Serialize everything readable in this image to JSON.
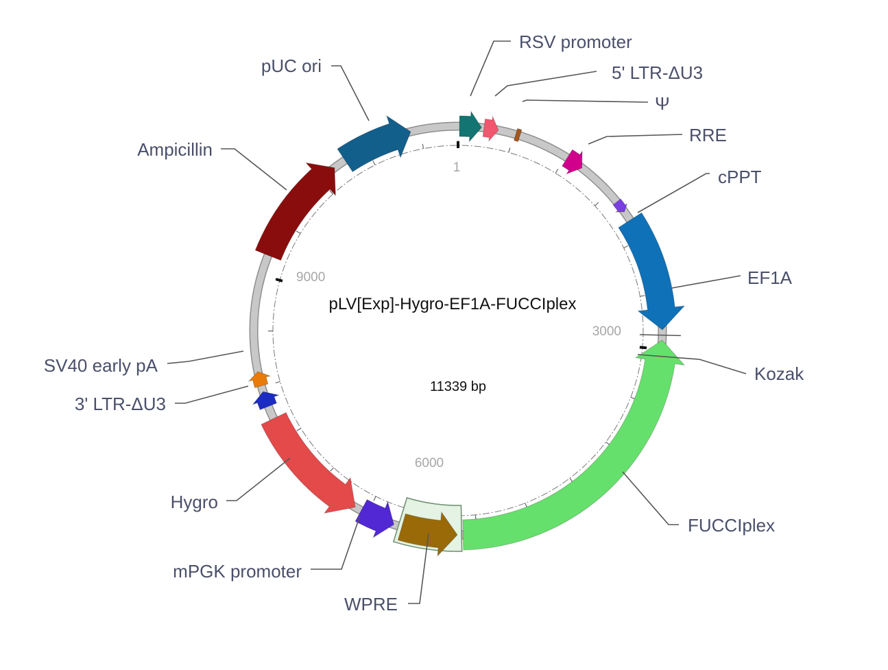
{
  "plasmid": {
    "name": "pLV[Exp]-Hygro-EF1A-FUCCIplex",
    "size_label": "11339 bp",
    "length_bp": 11339,
    "position_labels": [
      "1",
      "3000",
      "6000",
      "9000"
    ],
    "features": [
      {
        "id": "rsv",
        "label": "RSV  promoter",
        "type": "promoter",
        "strand": "+",
        "color": "#127572"
      },
      {
        "id": "ltr5",
        "label": "5' LTR-ΔU3",
        "type": "LTR",
        "strand": "+",
        "color": "#f0566e"
      },
      {
        "id": "psi",
        "label": "Ψ",
        "type": "packaging signal",
        "strand": "+",
        "color": "#a6561a"
      },
      {
        "id": "rre",
        "label": "RRE",
        "type": "misc",
        "strand": "+",
        "color": "#d0008c"
      },
      {
        "id": "cppt",
        "label": "cPPT",
        "type": "misc",
        "strand": "+",
        "color": "#7a3fe0"
      },
      {
        "id": "ef1a",
        "label": "EF1A",
        "type": "promoter",
        "strand": "+",
        "color": "#0f71b8"
      },
      {
        "id": "kozak",
        "label": "Kozak",
        "type": "misc",
        "strand": "+",
        "color": "#777777"
      },
      {
        "id": "fucci",
        "label": "FUCCIplex",
        "type": "ORF",
        "strand": "-",
        "color": "#66e06c"
      },
      {
        "id": "wpre",
        "label": "WPRE",
        "type": "misc",
        "strand": "-",
        "color": "#9a6a08"
      },
      {
        "id": "mpgk",
        "label": "mPGK promoter",
        "type": "promoter",
        "strand": "-",
        "color": "#5128d4"
      },
      {
        "id": "hygro",
        "label": "Hygro",
        "type": "ORF",
        "strand": "-",
        "color": "#e44a4a"
      },
      {
        "id": "ltr3",
        "label": "3' LTR-ΔU3",
        "type": "LTR",
        "strand": "+",
        "color": "#1c2cc2"
      },
      {
        "id": "sv40",
        "label": "SV40 early pA",
        "type": "polyA",
        "strand": "+",
        "color": "#e87b0a"
      },
      {
        "id": "amp",
        "label": "Ampicillin",
        "type": "ORF",
        "strand": "+",
        "color": "#8a0d0d"
      },
      {
        "id": "puc",
        "label": "pUC ori",
        "type": "origin",
        "strand": "+",
        "color": "#135f8c"
      }
    ],
    "backbone_color": "#c8c8c8",
    "highlight_color": "#e4f3e4"
  }
}
